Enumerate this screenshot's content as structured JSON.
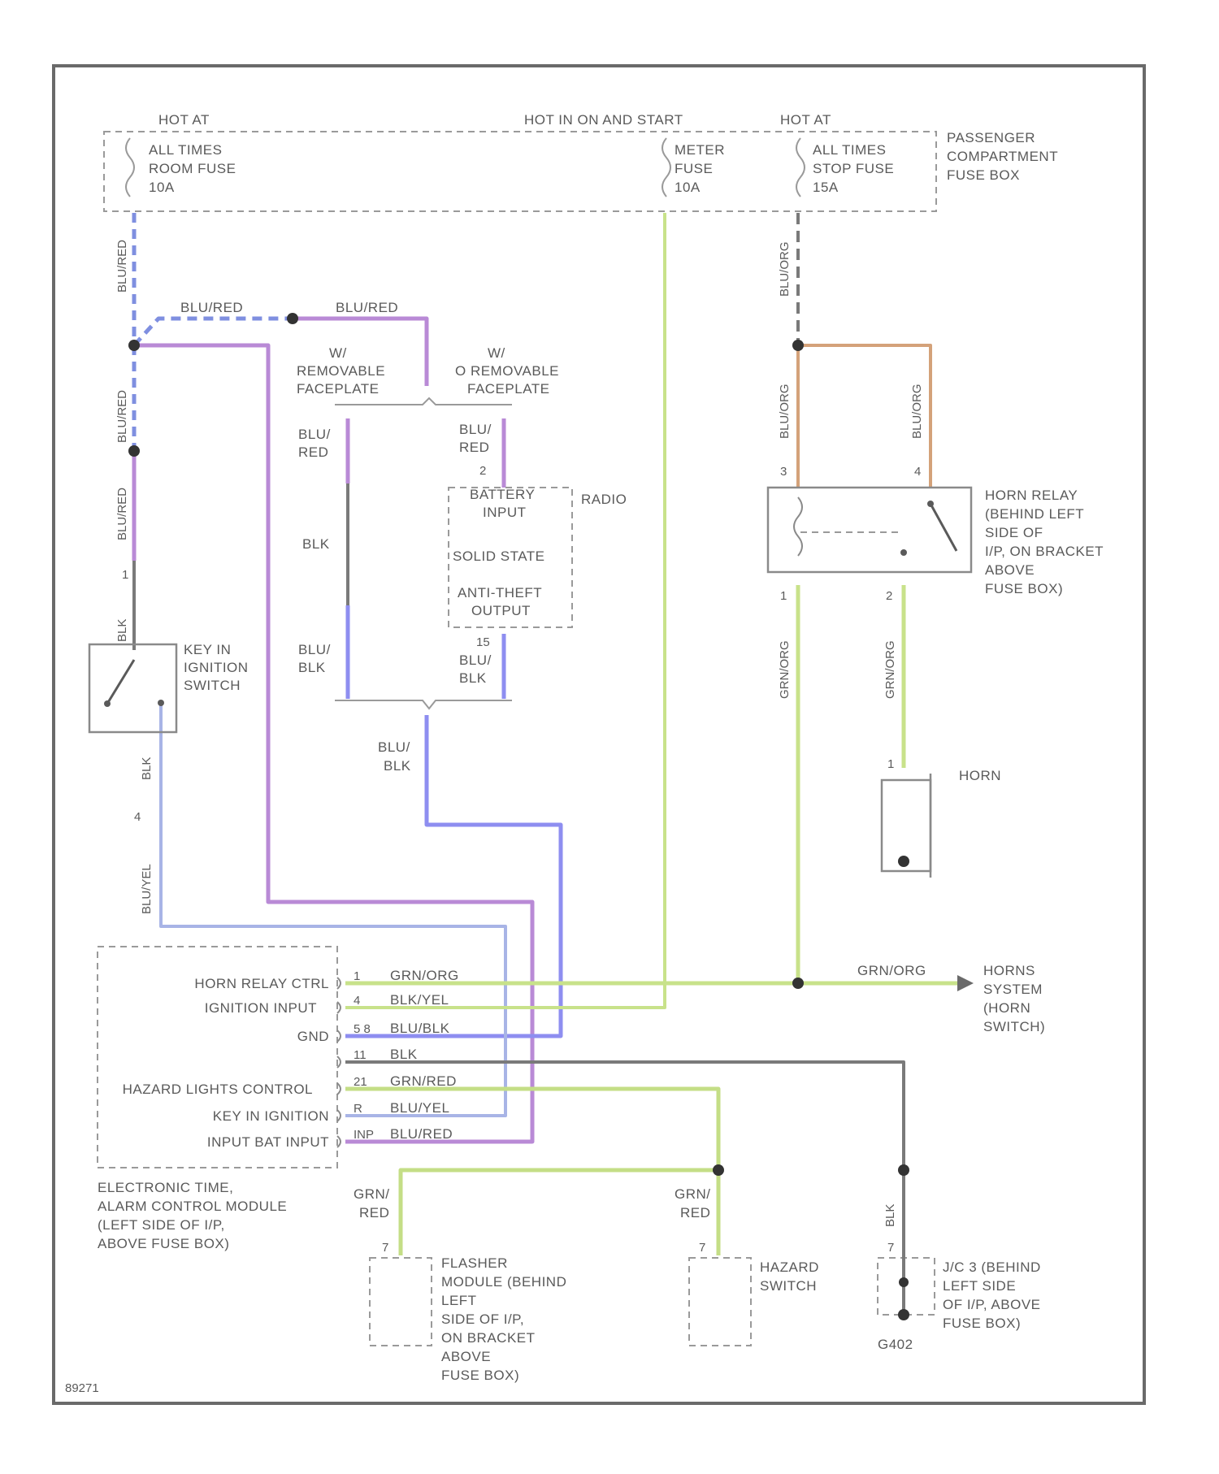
{
  "colors": {
    "blu_red": "#b98ad6",
    "blu_red_dashed": "#7f8fe0",
    "blu_blk": "#8e8ef0",
    "blu_yel": "#a8b4e6",
    "grn_org": "#c8e28a",
    "grn_red": "#c4de86",
    "blk": "#7a7a7a",
    "blu_org": "#d4a27a",
    "frame": "#6a6a6a"
  },
  "fuse_box": {
    "hot_at_1": "HOT AT",
    "hot_in_on_start": "HOT IN ON AND START",
    "hot_at_2": "HOT AT",
    "room_fuse": [
      "ALL TIMES",
      "ROOM FUSE",
      "10A"
    ],
    "meter_fuse": [
      "METER",
      "FUSE",
      "10A"
    ],
    "stop_fuse": [
      "ALL TIMES",
      "STOP FUSE",
      "15A"
    ],
    "box_label": [
      "PASSENGER",
      "COMPARTMENT",
      "FUSE BOX"
    ]
  },
  "wires": {
    "blu_red": "BLU/RED",
    "blu_red_a": "BLU/RED",
    "blu_red_b": "BLU/RED",
    "blu_red_c": "BLU/RED",
    "blu_red_d": "BLU/RED",
    "blu_red_e": "BLU/RED",
    "blu_org_1": "BLU/ORG",
    "blu_org_2": "BLU/ORG",
    "blu_org_3": "BLU/ORG",
    "blk_1": "BLK",
    "blk_2": "BLK",
    "blu_yel": "BLU/YEL",
    "grn_org_1": "GRN/ORG",
    "grn_org_2": "GRN/ORG",
    "grn_org_3": "GRN/ORG",
    "blu_blk": "BLU/BLK",
    "blk_3": "BLK"
  },
  "radio": {
    "w_removable": [
      "W/",
      "REMOVABLE",
      "FACEPLATE"
    ],
    "wo_removable": [
      "W/",
      "O REMOVABLE",
      "FACEPLATE"
    ],
    "blu_red_left": [
      "BLU/",
      "RED"
    ],
    "blu_red_right": [
      "BLU/",
      "RED"
    ],
    "pin_2": "2",
    "blk": "BLK",
    "blu_blk_left": [
      "BLU/",
      "BLK"
    ],
    "pin_15": "15",
    "blu_blk_right": [
      "BLU/",
      "BLK"
    ],
    "battery_input": [
      "BATTERY",
      "INPUT"
    ],
    "solid_state": "SOLID STATE",
    "anti_theft": [
      "ANTI-THEFT",
      "OUTPUT"
    ],
    "radio_label": "RADIO",
    "blu_blk_bottom": [
      "BLU/",
      "BLK"
    ]
  },
  "key_switch": {
    "pin_1": "1",
    "pin_4": "4",
    "label": [
      "KEY IN",
      "IGNITION",
      "SWITCH"
    ]
  },
  "horn_relay": {
    "pin_3": "3",
    "pin_4": "4",
    "pin_1": "1",
    "pin_2": "2",
    "label": [
      "HORN RELAY",
      "(BEHIND LEFT",
      "SIDE OF",
      "I/P, ON BRACKET",
      "ABOVE",
      "FUSE BOX)"
    ]
  },
  "horn": {
    "pin_1": "1",
    "label": "HORN"
  },
  "module": {
    "inputs": [
      {
        "name": "HORN RELAY CTRL",
        "pin": "1",
        "wire": "GRN/ORG"
      },
      {
        "name": "IGNITION INPUT",
        "pin": "4",
        "wire": "BLK/YEL"
      },
      {
        "name": "GND",
        "pin": "5 8",
        "wire": "BLU/BLK"
      },
      {
        "name": "",
        "pin": "11",
        "wire": "BLK"
      },
      {
        "name": "HAZARD LIGHTS CONTROL",
        "pin": "21",
        "wire": "GRN/RED"
      },
      {
        "name": "KEY IN IGNITION",
        "pin": "R",
        "wire": "BLU/YEL"
      },
      {
        "name": "INPUT BAT INPUT",
        "pin": "INP",
        "wire": "BLU/RED"
      }
    ],
    "label": [
      "ELECTRONIC TIME,",
      "ALARM CONTROL MODULE",
      "(LEFT SIDE OF I/P,",
      "ABOVE FUSE BOX)"
    ]
  },
  "horn_system": {
    "wire": "GRN/ORG",
    "label": [
      "HORNS",
      "SYSTEM",
      "(HORN",
      "SWITCH)"
    ]
  },
  "flasher": {
    "wire": [
      "GRN/",
      "RED"
    ],
    "pin": "7",
    "label": [
      "FLASHER",
      "MODULE (BEHIND",
      "LEFT",
      "SIDE OF I/P,",
      "ON BRACKET",
      "ABOVE",
      "FUSE BOX)"
    ]
  },
  "hazard": {
    "wire": [
      "GRN/",
      "RED"
    ],
    "pin": "7",
    "label": [
      "HAZARD",
      "SWITCH"
    ]
  },
  "jc": {
    "wire": "BLK",
    "pin": "7",
    "label": [
      "J/C 3 (BEHIND",
      "LEFT SIDE",
      "OF I/P, ABOVE",
      "FUSE BOX)"
    ],
    "ground": "G402"
  },
  "figure_id": "89271"
}
